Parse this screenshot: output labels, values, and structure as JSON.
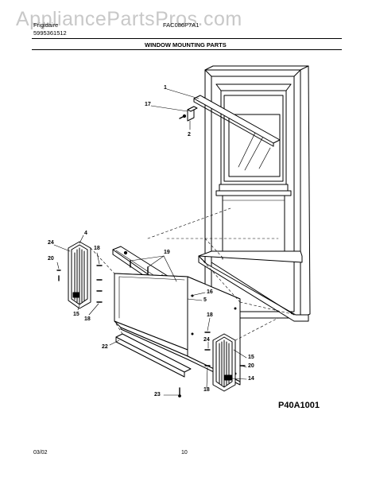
{
  "header": {
    "watermark": "AppliancePartsPros.com",
    "brand": "Frigidaire",
    "pub_number": "5995361512",
    "model": "FAC086P7A1",
    "title": "WINDOW MOUNTING PARTS"
  },
  "diagram": {
    "callouts": {
      "c1": "1",
      "c17": "17",
      "c2": "2",
      "c24a": "24",
      "c4": "4",
      "c18a": "18",
      "c20a": "20",
      "c15a": "15",
      "c18b": "18",
      "c19": "19",
      "c16": "16",
      "c5": "5",
      "c22": "22",
      "c18c": "18",
      "c24b": "24",
      "c15b": "15",
      "c20b": "20",
      "c14": "14",
      "c18d": "18",
      "c23": "23"
    },
    "figure_code": "P40A1001"
  },
  "footer": {
    "date": "03/02",
    "page": "10"
  }
}
